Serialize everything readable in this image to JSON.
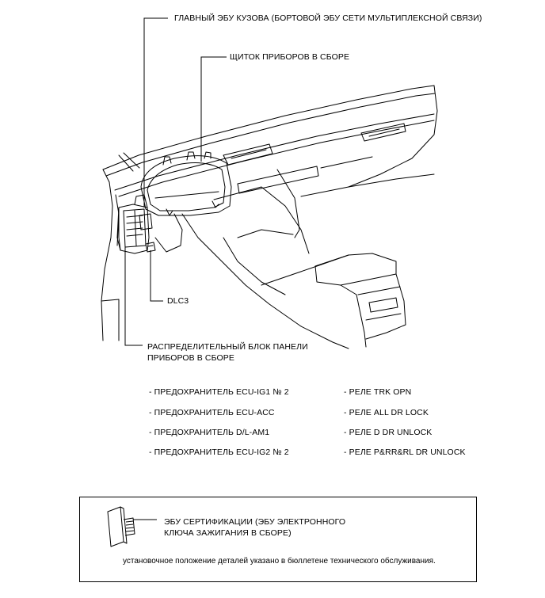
{
  "callouts": {
    "main_body_ecu": "ГЛАВНЫЙ ЭБУ КУЗОВА (БОРТОВОЙ ЭБУ СЕТИ МУЛЬТИПЛЕКСНОЙ СВЯЗИ)",
    "combination_meter": "ЩИТОК ПРИБОРОВ В СБОРЕ",
    "dlc3": "DLC3",
    "junction_block_line1": "РАСПРЕДЕЛИТЕЛЬНЫЙ БЛОК ПАНЕЛИ",
    "junction_block_line2": "ПРИБОРОВ В СБОРЕ"
  },
  "fuses": [
    "- ПРЕДОХРАНИТЕЛЬ ECU-IG1 № 2",
    "- ПРЕДОХРАНИТЕЛЬ ECU-ACC",
    "- ПРЕДОХРАНИТЕЛЬ D/L-AM1",
    "- ПРЕДОХРАНИТЕЛЬ ECU-IG2 № 2"
  ],
  "relays": [
    "- РЕЛЕ TRK OPN",
    "- РЕЛЕ ALL DR LOCK",
    "- РЕЛЕ D DR UNLOCK",
    "- РЕЛЕ P&RR&RL DR UNLOCK"
  ],
  "legend": {
    "component_line1": "ЭБУ СЕРТИФИКАЦИИ (ЭБУ ЭЛЕКТРОННОГО",
    "component_line2": "КЛЮЧА ЗАЖИГАНИЯ В СБОРЕ)",
    "note": "установочное положение деталей указано в бюллетене технического обслуживания."
  }
}
